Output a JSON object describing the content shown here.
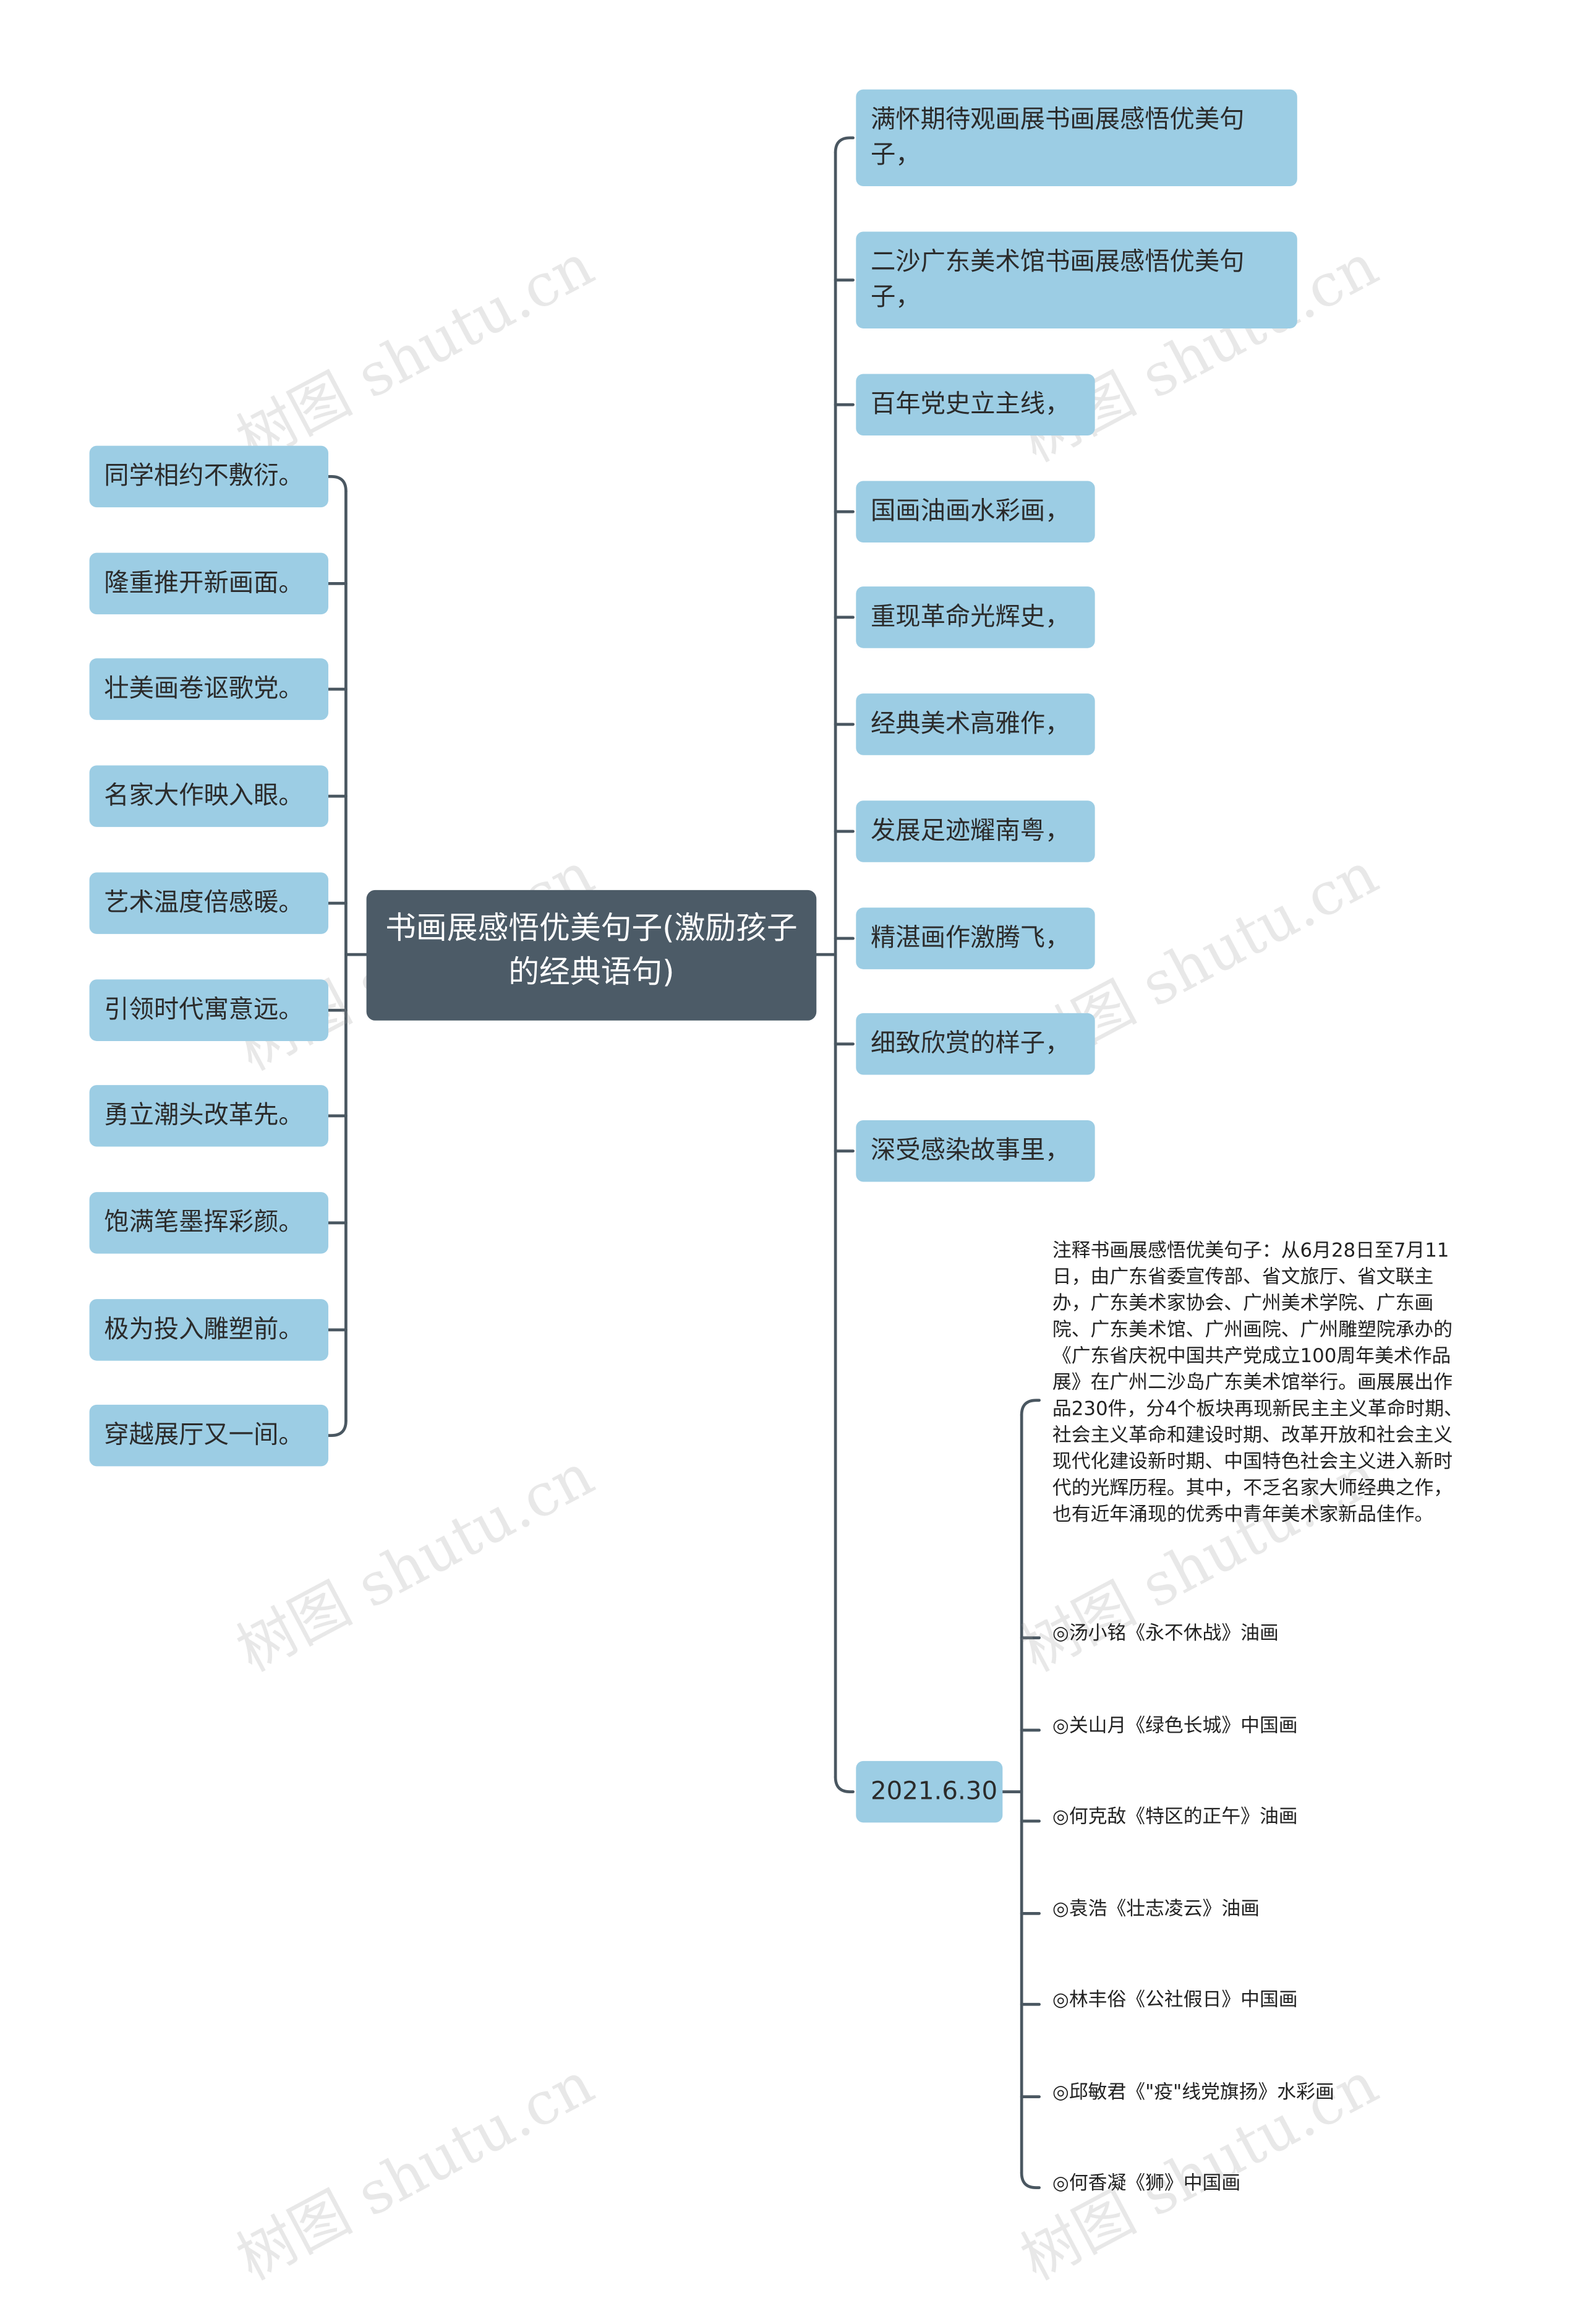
{
  "colors": {
    "node_fill": "#9ccde4",
    "center_fill": "#4c5b67",
    "line": "#4a5761"
  },
  "center": "书画展感悟优美句子(激励孩子的经典语句)",
  "left_items": [
    "同学相约不敷衍。",
    "隆重推开新画面。",
    "壮美画卷讴歌党。",
    "名家大作映入眼。",
    "艺术温度倍感暖。",
    "引领时代寓意远。",
    "勇立潮头改革先。",
    "饱满笔墨挥彩颜。",
    "极为投入雕塑前。",
    "穿越展厅又一间。"
  ],
  "right_items": [
    "满怀期待观画展书画展感悟优美句子，",
    "二沙广东美术馆书画展感悟优美句子，",
    "百年党史立主线，",
    "国画油画水彩画，",
    "重现革命光辉史，",
    "经典美术高雅作，",
    "发展足迹耀南粤，",
    "精湛画作激腾飞，",
    "细致欣赏的样子，",
    "深受感染故事里，"
  ],
  "date_node": "2021.6.30",
  "note": "注释书画展感悟优美句子：从6月28日至7月11日，由广东省委宣传部、省文旅厅、省文联主办，广东美术家协会、广州美术学院、广东画院、广东美术馆、广州画院、广州雕塑院承办的《广东省庆祝中国共产党成立100周年美术作品展》在广州二沙岛广东美术馆举行。画展展出作品230件，分4个板块再现新民主主义革命时期、社会主义革命和建设时期、改革开放和社会主义现代化建设新时期、中国特色社会主义进入新时代的光辉历程。其中，不乏名家大师经典之作，也有近年涌现的优秀中青年美术家新品佳作。",
  "works": [
    "◎汤小铭《永不休战》油画",
    "◎关山月《绿色长城》中国画",
    "◎何克敌《特区的正午》油画",
    "◎袁浩《壮志凌云》油画",
    "◎林丰俗《公社假日》中国画",
    "◎邱敏君《\"疫\"线党旗扬》水彩画",
    "◎何香凝《狮》中国画"
  ],
  "watermark": "树图 shutu.cn"
}
